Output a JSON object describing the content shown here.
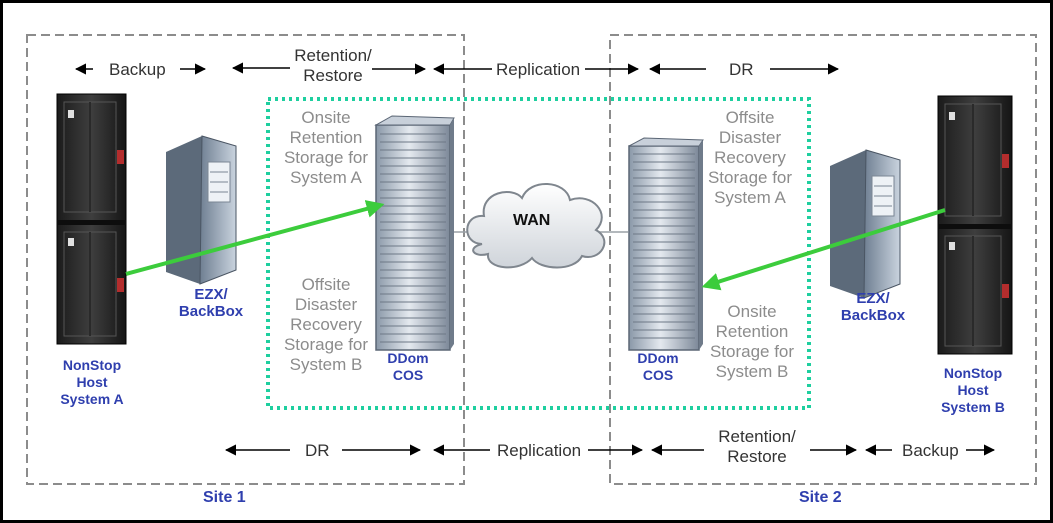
{
  "site1": {
    "label": "Site 1"
  },
  "site2": {
    "label": "Site 2"
  },
  "wan": {
    "label": "WAN"
  },
  "left_host": {
    "line1": "NonStop",
    "line2": "Host",
    "line3": "System A"
  },
  "right_host": {
    "line1": "NonStop",
    "line2": "Host",
    "line3": "System B"
  },
  "left_server": {
    "line1": "EZX/",
    "line2": "BackBox"
  },
  "right_server": {
    "line1": "EZX/",
    "line2": "BackBox"
  },
  "left_storage": {
    "line1": "DDom",
    "line2": "COS"
  },
  "right_storage": {
    "line1": "DDom",
    "line2": "COS"
  },
  "left_top_text": {
    "line1": "Onsite",
    "line2": "Retention",
    "line3": "Storage for",
    "line4": "System A"
  },
  "left_bottom_text": {
    "line1": "Offsite",
    "line2": "Disaster",
    "line3": "Recovery",
    "line4": "Storage for",
    "line5": "System B"
  },
  "right_top_text": {
    "line1": "Offsite",
    "line2": "Disaster",
    "line3": "Recovery",
    "line4": "Storage for",
    "line5": "System A"
  },
  "right_bottom_text": {
    "line1": "Onsite",
    "line2": "Retention",
    "line3": "Storage for",
    "line4": "System B"
  },
  "top_row": {
    "backup": "Backup",
    "retention_line1": "Retention/",
    "retention_line2": "Restore",
    "replication": "Replication",
    "dr": "DR"
  },
  "bottom_row": {
    "dr": "DR",
    "replication": "Replication",
    "retention_line1": "Retention/",
    "retention_line2": "Restore",
    "backup": "Backup"
  },
  "colors": {
    "site_border": "#8c8c8c",
    "retention_zone": "#1ecf9f",
    "flow_arrow": "#3ccc3c",
    "label_blue": "#2f3fae",
    "storage_text": "#8c8c8c"
  }
}
